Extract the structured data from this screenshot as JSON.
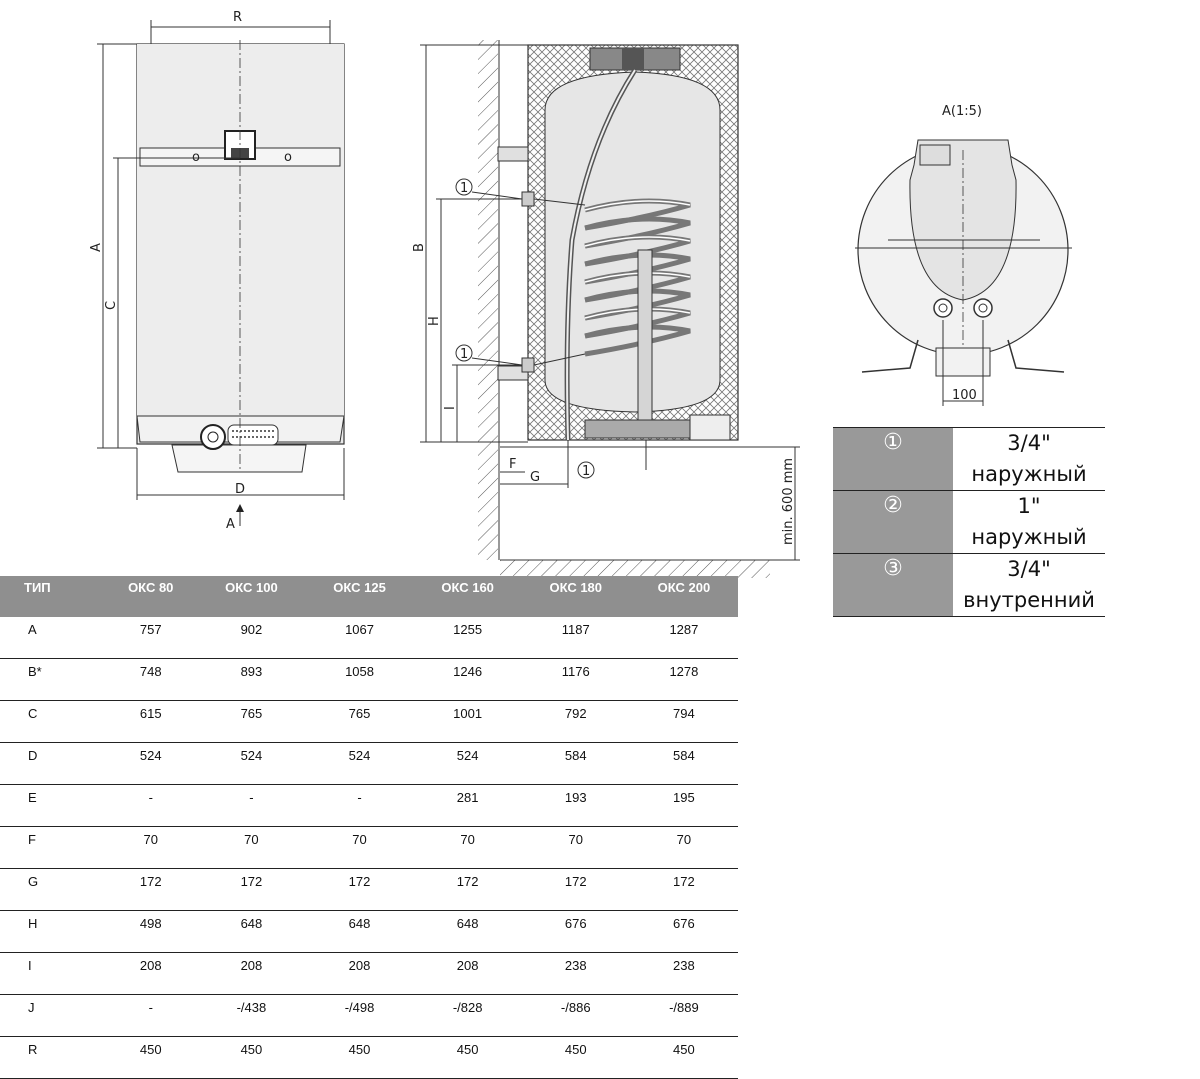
{
  "front_view": {
    "dim_top": "R",
    "dim_a": "A",
    "dim_c": "C",
    "dim_bottom": "D",
    "view_arrow": "A"
  },
  "side_view": {
    "dim_b": "B",
    "dim_h": "H",
    "dim_i": "I",
    "dim_f": "F",
    "dim_g": "G",
    "marker": "1",
    "floor_clearance": "min. 600 mm"
  },
  "detail_view": {
    "title": "A(1:5)",
    "dim_100": "100"
  },
  "connections": [
    {
      "symbol": "①",
      "size": "3/4\"",
      "type": "наружный"
    },
    {
      "symbol": "②",
      "size": "1\"",
      "type": "наружный"
    },
    {
      "symbol": "③",
      "size": "3/4\"",
      "type": "внутренний"
    }
  ],
  "table": {
    "headers": [
      "ТИП",
      "ОКС 80",
      "ОКС 100",
      "ОКС 125",
      "ОКС 160",
      "ОКС 180",
      "ОКС 200"
    ],
    "rows": [
      [
        "A",
        "757",
        "902",
        "1067",
        "1255",
        "1187",
        "1287"
      ],
      [
        "B*",
        "748",
        "893",
        "1058",
        "1246",
        "1176",
        "1278"
      ],
      [
        "C",
        "615",
        "765",
        "765",
        "1001",
        "792",
        "794"
      ],
      [
        "D",
        "524",
        "524",
        "524",
        "524",
        "584",
        "584"
      ],
      [
        "E",
        "-",
        "-",
        "-",
        "281",
        "193",
        "195"
      ],
      [
        "F",
        "70",
        "70",
        "70",
        "70",
        "70",
        "70"
      ],
      [
        "G",
        "172",
        "172",
        "172",
        "172",
        "172",
        "172"
      ],
      [
        "H",
        "498",
        "648",
        "648",
        "648",
        "676",
        "676"
      ],
      [
        "I",
        "208",
        "208",
        "208",
        "208",
        "238",
        "238"
      ],
      [
        "J",
        "-",
        "-/438",
        "-/498",
        "-/828",
        "-/886",
        "-/889"
      ],
      [
        "R",
        "450",
        "450",
        "450",
        "450",
        "450",
        "450"
      ]
    ]
  }
}
